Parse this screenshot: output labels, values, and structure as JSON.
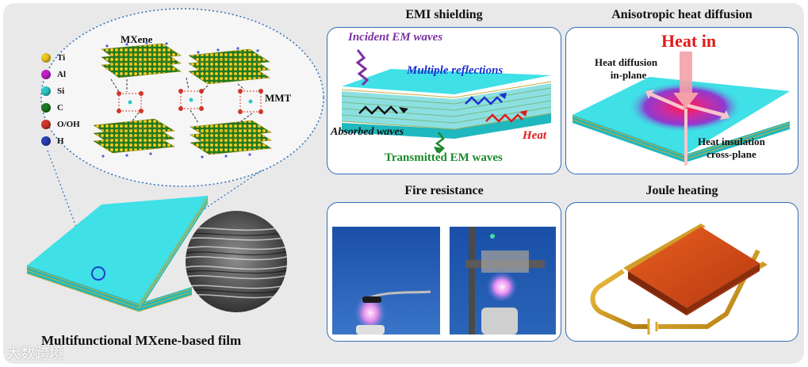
{
  "left": {
    "mxene_label": "MXene",
    "mmt_label": "MMT",
    "caption": "Multifunctional MXene-based film",
    "legend": [
      {
        "symbol": "Ti",
        "color": "#f2c81e"
      },
      {
        "symbol": "Al",
        "color": "#c41fc9"
      },
      {
        "symbol": "Si",
        "color": "#2fc7c9"
      },
      {
        "symbol": "C",
        "color": "#1f7a22"
      },
      {
        "symbol": "O/OH",
        "color": "#d2362a"
      },
      {
        "symbol": "H",
        "color": "#2a3fb8"
      }
    ]
  },
  "emi": {
    "title": "EMI shielding",
    "incident": "Incident EM waves",
    "multiple": "Multiple reflections",
    "absorbed": "Absorbed waves",
    "heat": "Heat",
    "transmitted": "Transmitted EM waves"
  },
  "heat": {
    "title": "Anisotropic heat diffusion",
    "heat_in": "Heat in",
    "diffusion_line1": "Heat diffusion",
    "diffusion_line2": "in-plane",
    "insulation_line1": "Heat insulation",
    "insulation_line2": "cross-plane"
  },
  "fire": {
    "title": "Fire resistance"
  },
  "joule": {
    "title": "Joule heating"
  },
  "watermark": "大数跨境",
  "colors": {
    "panel_border": "#2e6db4",
    "film_cyan": "#3fe0e6",
    "emi_purple": "#7b2fa3",
    "emi_blue": "#1b2fcf",
    "heat_red": "#e01b1b",
    "transmitted_green": "#1a8a2a"
  }
}
